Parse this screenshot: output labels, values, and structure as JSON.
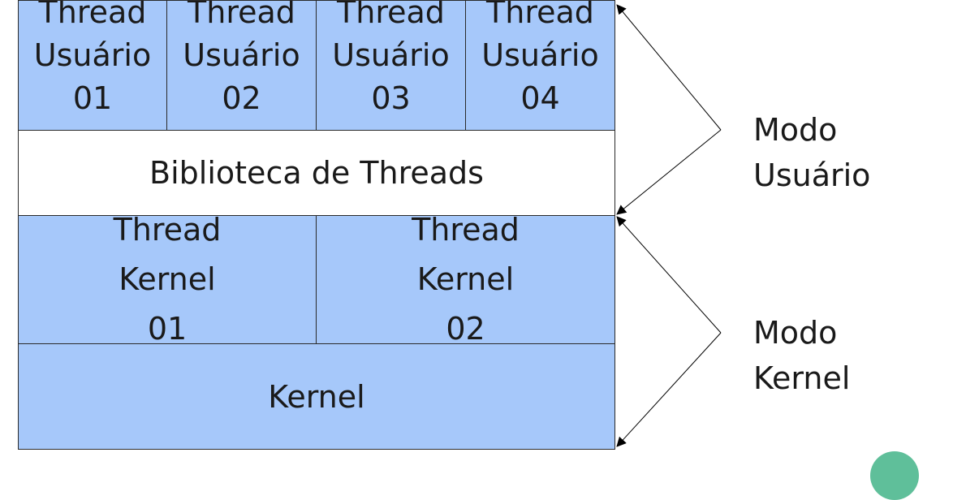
{
  "user_threads": [
    {
      "line1": "Thread",
      "line2": "Usuário",
      "line3": "01"
    },
    {
      "line1": "Thread",
      "line2": "Usuário",
      "line3": "02"
    },
    {
      "line1": "Thread",
      "line2": "Usuário",
      "line3": "03"
    },
    {
      "line1": "Thread",
      "line2": "Usuário",
      "line3": "04"
    }
  ],
  "library": {
    "label": "Biblioteca de Threads"
  },
  "kernel_threads": [
    {
      "line1": "Thread",
      "line2": "Kernel",
      "line3": "01"
    },
    {
      "line1": "Thread",
      "line2": "Kernel",
      "line3": "02"
    }
  ],
  "kernel": {
    "label": "Kernel"
  },
  "modes": {
    "user": {
      "line1": "Modo",
      "line2": "Usuário"
    },
    "kernel": {
      "line1": "Modo",
      "line2": "Kernel"
    }
  },
  "colors": {
    "box_fill": "#a6c8fa",
    "border": "#2a2a2a",
    "accent_dot": "#5fbf9a"
  }
}
